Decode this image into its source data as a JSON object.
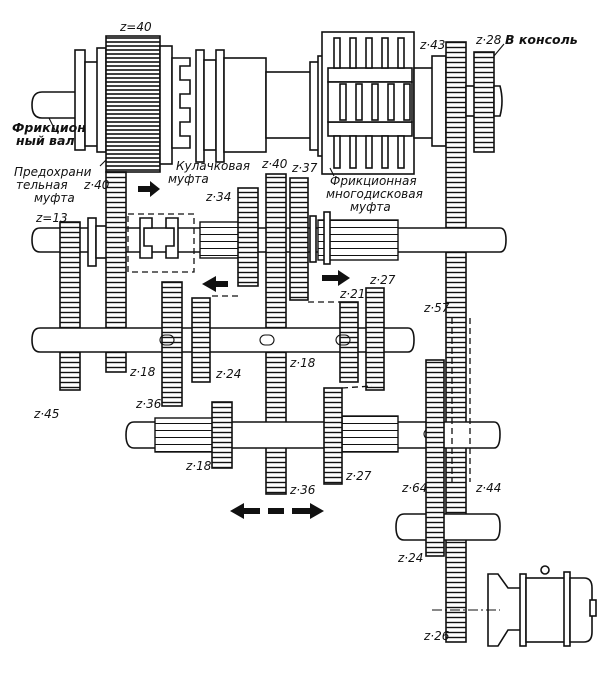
{
  "title": "Кинематическая схема коробки скоростей",
  "captions": {
    "friction_shaft_1": "Фрикцион",
    "friction_shaft_2": "ный вал",
    "safety_clutch_1": "Предохрани",
    "safety_clutch_2": "тельная",
    "safety_clutch_3": "муфта",
    "cam_clutch_1": "Кулачковая",
    "cam_clutch_2": "муфта",
    "multidisc_1": "Фрикционная",
    "multidisc_2": "многодисковая",
    "multidisc_3": "муфта",
    "console": "В консоль"
  },
  "gears": {
    "g40_top": "z=40",
    "g40_safety": "z·40",
    "g13": "z=13",
    "g45": "z·45",
    "g18_a": "z·18",
    "g34": "z·34",
    "g40_mid": "z·40",
    "g37": "z·37",
    "g21": "z·21",
    "g27_a": "z·27",
    "g18_b": "z·18",
    "g24_a": "z·24",
    "g36_a": "z·36",
    "g18_c": "z·18",
    "g36_b": "z·36",
    "g27_b": "z·27",
    "g43": "z·43",
    "g28": "z·28",
    "g57": "z·57",
    "g64": "z·64",
    "g44": "z·44",
    "g24_b": "z·24",
    "g26": "z·26"
  },
  "arrows": {
    "cam_clutch_direction": "right",
    "shaft2_block_left": "left",
    "shaft2_block_right": "right",
    "shaft4_block": "both"
  }
}
